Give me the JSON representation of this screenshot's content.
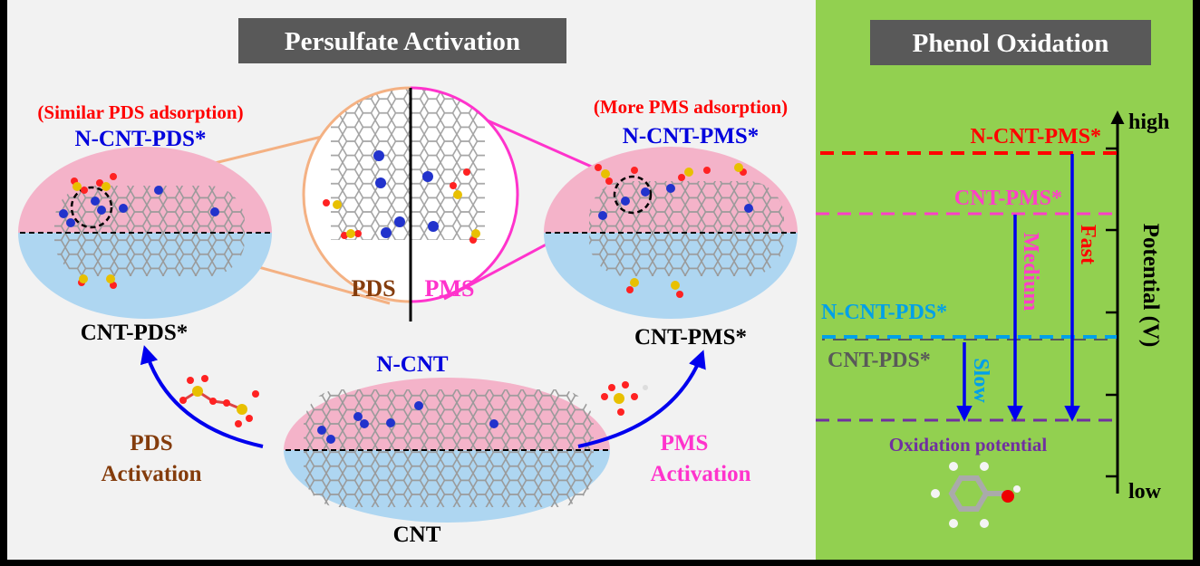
{
  "left_panel": {
    "title": "Persulfate Activation",
    "pds_side": {
      "note": "(Similar PDS adsorption)",
      "top_label": "N-CNT-PDS*",
      "bottom_label": "CNT-PDS*",
      "activation_line1": "PDS",
      "activation_line2": "Activation"
    },
    "pms_side": {
      "note": "(More PMS adsorption)",
      "top_label": "N-CNT-PMS*",
      "bottom_label": "CNT-PMS*",
      "activation_line1": "PMS",
      "activation_line2": "Activation"
    },
    "magnifier": {
      "left_label": "PDS",
      "right_label": "PMS"
    },
    "center": {
      "top_label": "N-CNT",
      "bottom_label": "CNT"
    }
  },
  "right_panel": {
    "title": "Phenol Oxidation",
    "axis": {
      "label": "Potential (V)",
      "high": "high",
      "low": "low"
    },
    "levels": [
      {
        "label": "N-CNT-PMS*",
        "color": "#ff0000"
      },
      {
        "label": "CNT-PMS*",
        "color": "#ff3fc8"
      },
      {
        "label": "N-CNT-PDS*",
        "color": "#00a0e9"
      },
      {
        "label": "CNT-PDS*",
        "color": "#595959"
      }
    ],
    "rates": {
      "fast": "Fast",
      "medium": "Medium",
      "slow": "Slow"
    },
    "oxidation_label": "Oxidation potential"
  },
  "colors": {
    "left_bg": "#f2f2f2",
    "right_bg": "#92d050",
    "title_box": "#595959",
    "pink": "#f4b3c9",
    "blue": "#aed6f1",
    "arrow": "#0000ee",
    "brown": "#843c0c",
    "magenta": "#ff33cc",
    "purple": "#7030a0"
  }
}
